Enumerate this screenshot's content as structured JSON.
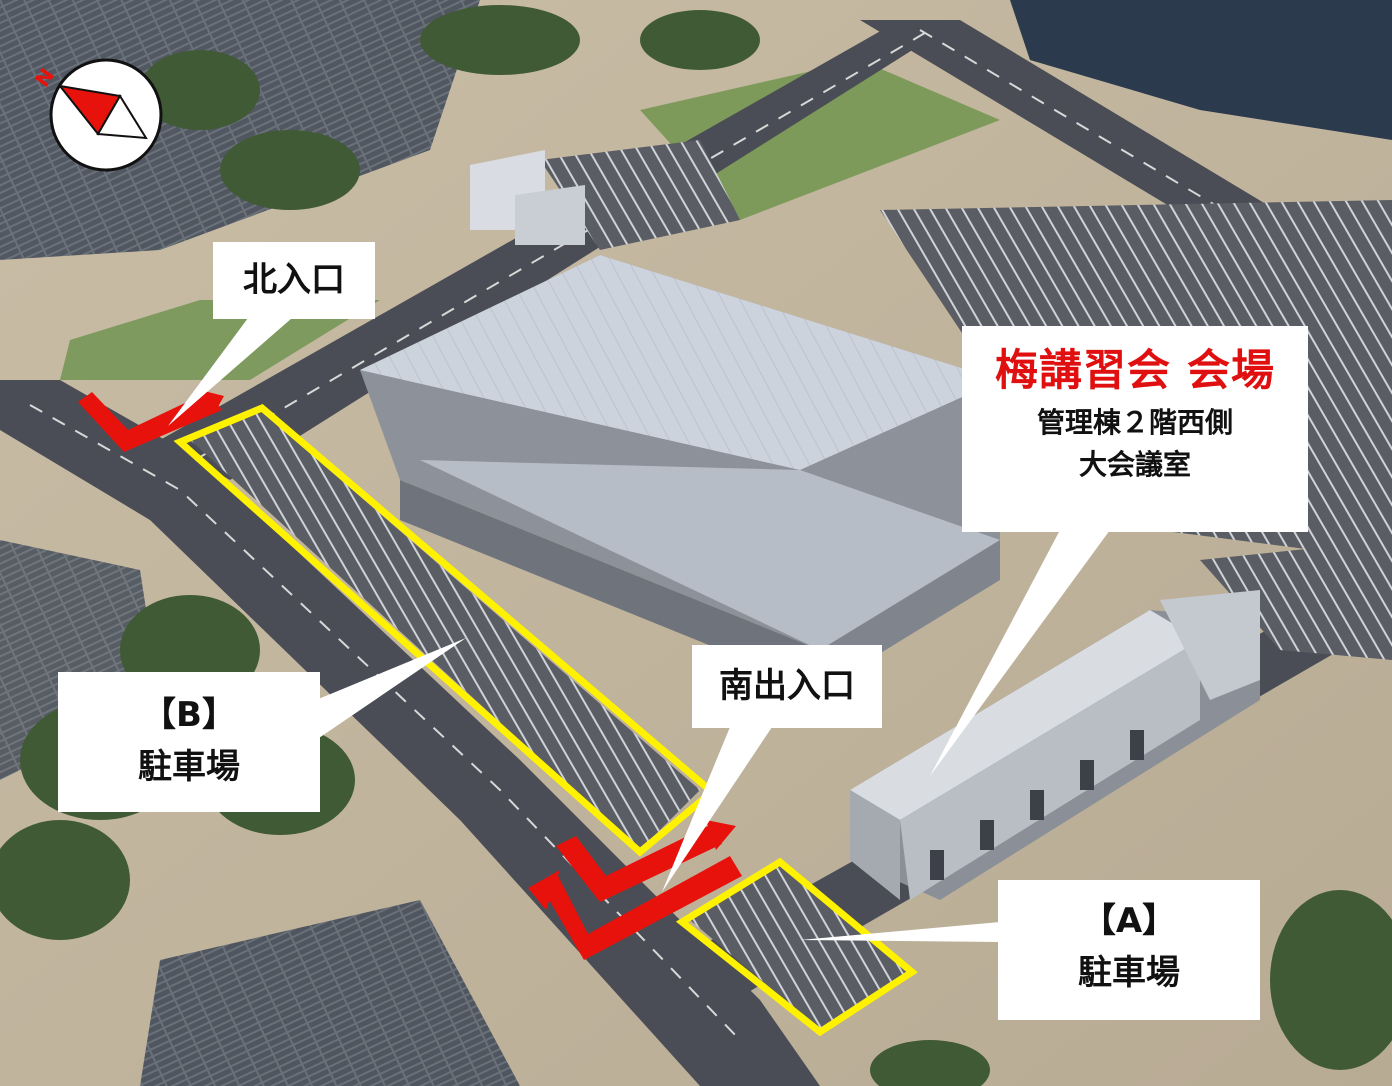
{
  "compass": {
    "label": "N",
    "icon": "compass-north-arrow-icon"
  },
  "callouts": {
    "north_entrance": {
      "label": "北入口"
    },
    "south_entrance": {
      "label": "南出入口"
    },
    "parking_b": {
      "id": "【B】",
      "label": "駐車場"
    },
    "parking_a": {
      "id": "【A】",
      "label": "駐車場"
    },
    "venue": {
      "title": "梅講習会 会場",
      "line1": "管理棟２階西側",
      "line2": "大会議室"
    }
  },
  "colors": {
    "venue_title": "#e01010",
    "parking_outline": "#fff200",
    "entrance_arrow": "#e8120c",
    "road": "#4a4d55",
    "building_roof": "#d7dbe2"
  }
}
